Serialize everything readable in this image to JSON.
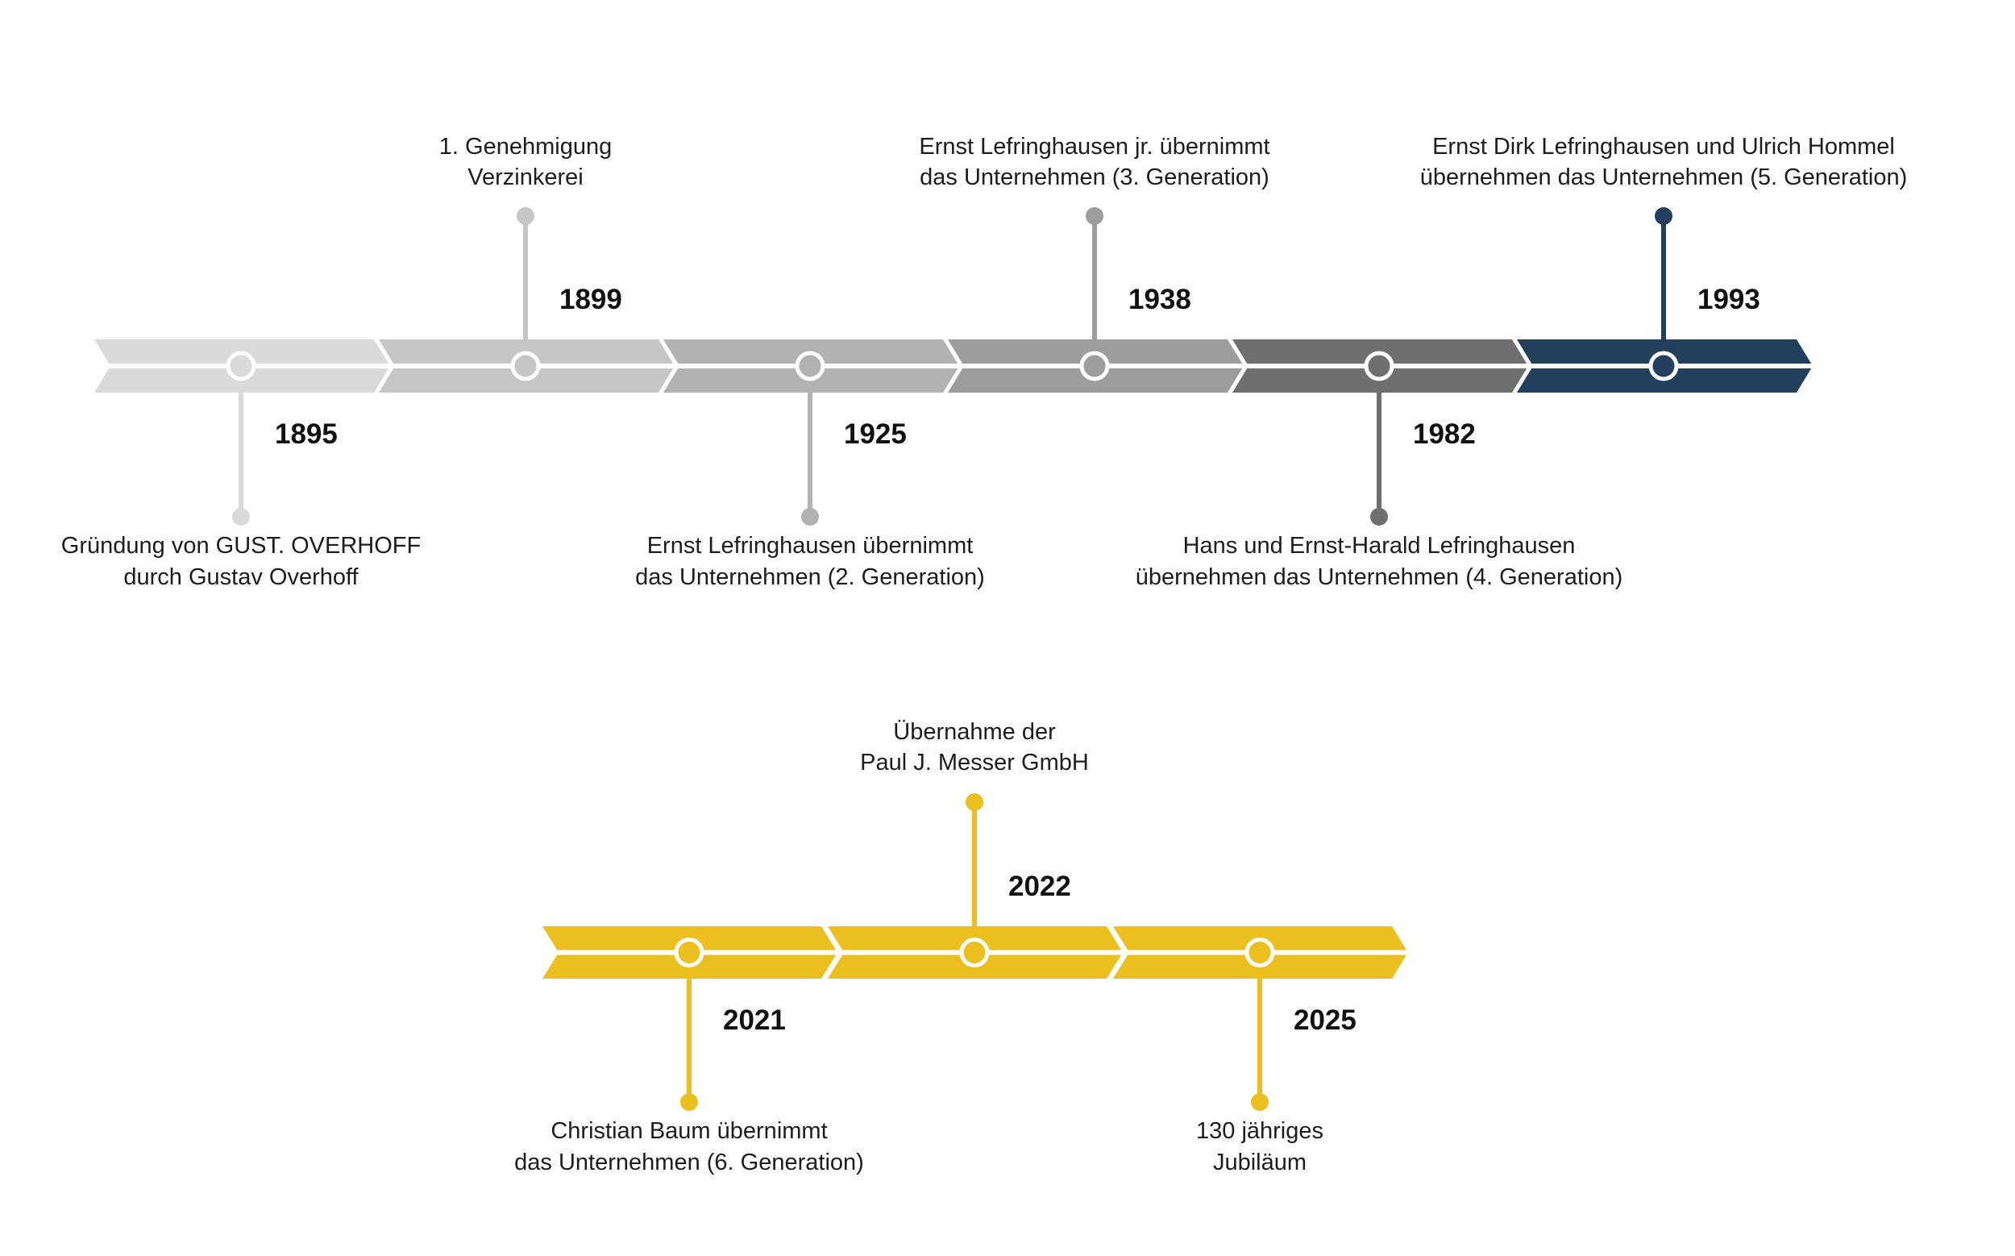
{
  "timeline": {
    "rows": [
      {
        "events": [
          {
            "year": "1895",
            "lines": [
              "Gründung von GUST. OVERHOFF",
              "durch Gustav Overhoff"
            ],
            "label_side": "below",
            "color": "#dadada"
          },
          {
            "year": "1899",
            "lines": [
              "1. Genehmigung",
              "Verzinkerei"
            ],
            "label_side": "above",
            "color": "#c6c6c6"
          },
          {
            "year": "1925",
            "lines": [
              "Ernst Lefringhausen übernimmt",
              "das Unternehmen (2. Generation)"
            ],
            "label_side": "below",
            "color": "#b2b2b2"
          },
          {
            "year": "1938",
            "lines": [
              "Ernst Lefringhausen jr. übernimmt",
              "das Unternehmen (3. Generation)"
            ],
            "label_side": "above",
            "color": "#9d9d9c"
          },
          {
            "year": "1982",
            "lines": [
              "Hans und Ernst-Harald Lefringhausen",
              "übernehmen das Unternehmen (4. Generation)"
            ],
            "label_side": "below",
            "color": "#706f6f"
          },
          {
            "year": "1993",
            "lines": [
              "Ernst Dirk Lefringhausen und Ulrich Hommel",
              "übernehmen das Unternehmen (5. Generation)"
            ],
            "label_side": "above",
            "color": "#233f5e"
          }
        ]
      },
      {
        "events": [
          {
            "year": "2021",
            "lines": [
              "Christian Baum übernimmt",
              "das Unternehmen (6. Generation)"
            ],
            "label_side": "below",
            "color": "#ebbf1e"
          },
          {
            "year": "2022",
            "lines": [
              "Übernahme der",
              "Paul J. Messer GmbH"
            ],
            "label_side": "above",
            "color": "#ebbf1e"
          },
          {
            "year": "2025",
            "lines": [
              "130 jähriges",
              "Jubiläum"
            ],
            "label_side": "below",
            "color": "#ebbf1e"
          }
        ]
      }
    ]
  }
}
